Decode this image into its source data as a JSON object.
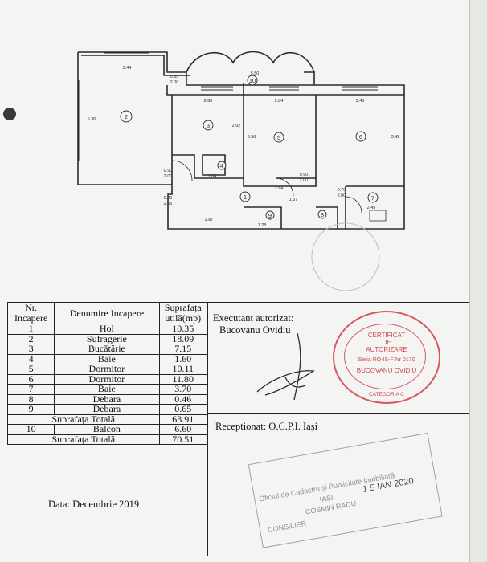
{
  "table": {
    "headers": {
      "nr": "Nr. Incapere",
      "name": "Denumire Incapere",
      "area": "Suprafața utilă(mp)"
    },
    "rows": [
      {
        "nr": "1",
        "name": "Hol",
        "area": "10.35"
      },
      {
        "nr": "2",
        "name": "Sufragerie",
        "area": "18.09"
      },
      {
        "nr": "3",
        "name": "Bucătărie",
        "area": "7.15"
      },
      {
        "nr": "4",
        "name": "Baie",
        "area": "1.60"
      },
      {
        "nr": "5",
        "name": "Dormitor",
        "area": "10.11"
      },
      {
        "nr": "6",
        "name": "Dormitor",
        "area": "11.80"
      },
      {
        "nr": "7",
        "name": "Baie",
        "area": "3.70"
      },
      {
        "nr": "8",
        "name": "Debara",
        "area": "0.46"
      },
      {
        "nr": "9",
        "name": "Debara",
        "area": "0.65"
      }
    ],
    "subtotal_label": "Suprafața Totală",
    "subtotal_value": "63.91",
    "balcony": {
      "nr": "10",
      "name": "Balcon",
      "area": "6.60"
    },
    "total_label": "Suprafața Totală",
    "total_value": "70.51"
  },
  "executant": {
    "title": "Executant autorizat:",
    "name": "Bucovanu Ovidiu"
  },
  "receptionat": "Receptionat: O.C.P.I. Iași",
  "date": "Data: Decembrie 2019",
  "stamp": {
    "line1": "CERTIFICAT",
    "line2": "DE",
    "line3": "AUTORIZARE",
    "line4": "Seria RO-IS-F Nr 0170",
    "line5": "BUCOVANU OVIDIU",
    "line6": "CATEGORIA C"
  },
  "ocpi_seal": {
    "line1": "Oficiul de Cadastru și Publicitate Imobiliară",
    "line2": "IASI",
    "line3": "COSMIN RADU",
    "line4": "CONSILIER",
    "date": "1 5 IAN 2020"
  },
  "plan": {
    "room_numbers": [
      "1",
      "2",
      "3",
      "4",
      "5",
      "6",
      "7",
      "8",
      "9",
      "10"
    ],
    "dims": [
      "3.44",
      "5.50",
      "2.86",
      "2.84",
      "3.45",
      "5.36",
      "2.92",
      "3.56",
      "3.42",
      "1.64",
      "2.84",
      "2.87",
      "1.28",
      "2.45",
      "0.85",
      "2.00",
      "0.90",
      "2.00",
      "0.90",
      "2.05",
      "1.57",
      "0.90",
      "2.00",
      "0.70",
      "2.00"
    ],
    "colors": {
      "line": "#2b2b2b",
      "paper": "#f4f5f2",
      "stamp": "#d1454d"
    }
  }
}
